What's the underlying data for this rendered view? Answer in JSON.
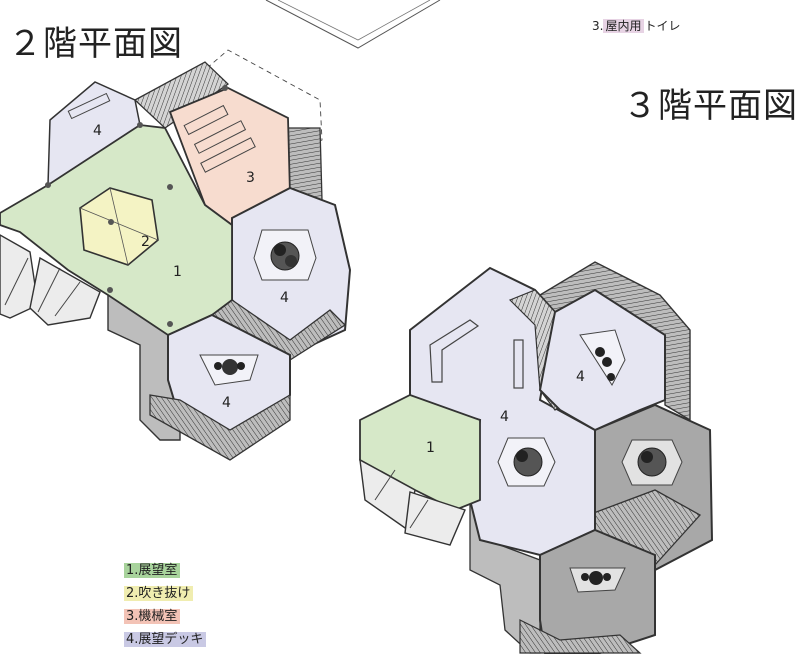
{
  "titles": {
    "floor2": "２階平面図",
    "floor3": "３階平面図"
  },
  "top_legend": {
    "number": "3.",
    "text_highlighted": "屋内用",
    "text_plain": "トイレ",
    "color": "#e7d3e4"
  },
  "legend": [
    {
      "number": "1.",
      "label": "展望室",
      "color": "#a8d39c"
    },
    {
      "number": "2.",
      "label": "吹き抜け",
      "color": "#f0edb0"
    },
    {
      "number": "3.",
      "label": "機械室",
      "color": "#f3c3b6"
    },
    {
      "number": "4.",
      "label": "展望デッキ",
      "color": "#c9c9e4"
    }
  ],
  "room_labels": {
    "f2_r1": "1",
    "f2_r2": "2",
    "f2_r3": "3",
    "f2_r4a": "4",
    "f2_r4b": "4",
    "f2_r4c": "4",
    "f3_r1": "1",
    "f3_r4a": "4",
    "f3_r4b": "4"
  },
  "colors": {
    "observation_room": "#d6e8c8",
    "void": "#f4f3c4",
    "machine_room": "#f7dccf",
    "deck": "#e6e6f2",
    "stair_gray": "#b9b9b9",
    "dark_gray": "#a8a8a8",
    "line": "#333333"
  }
}
